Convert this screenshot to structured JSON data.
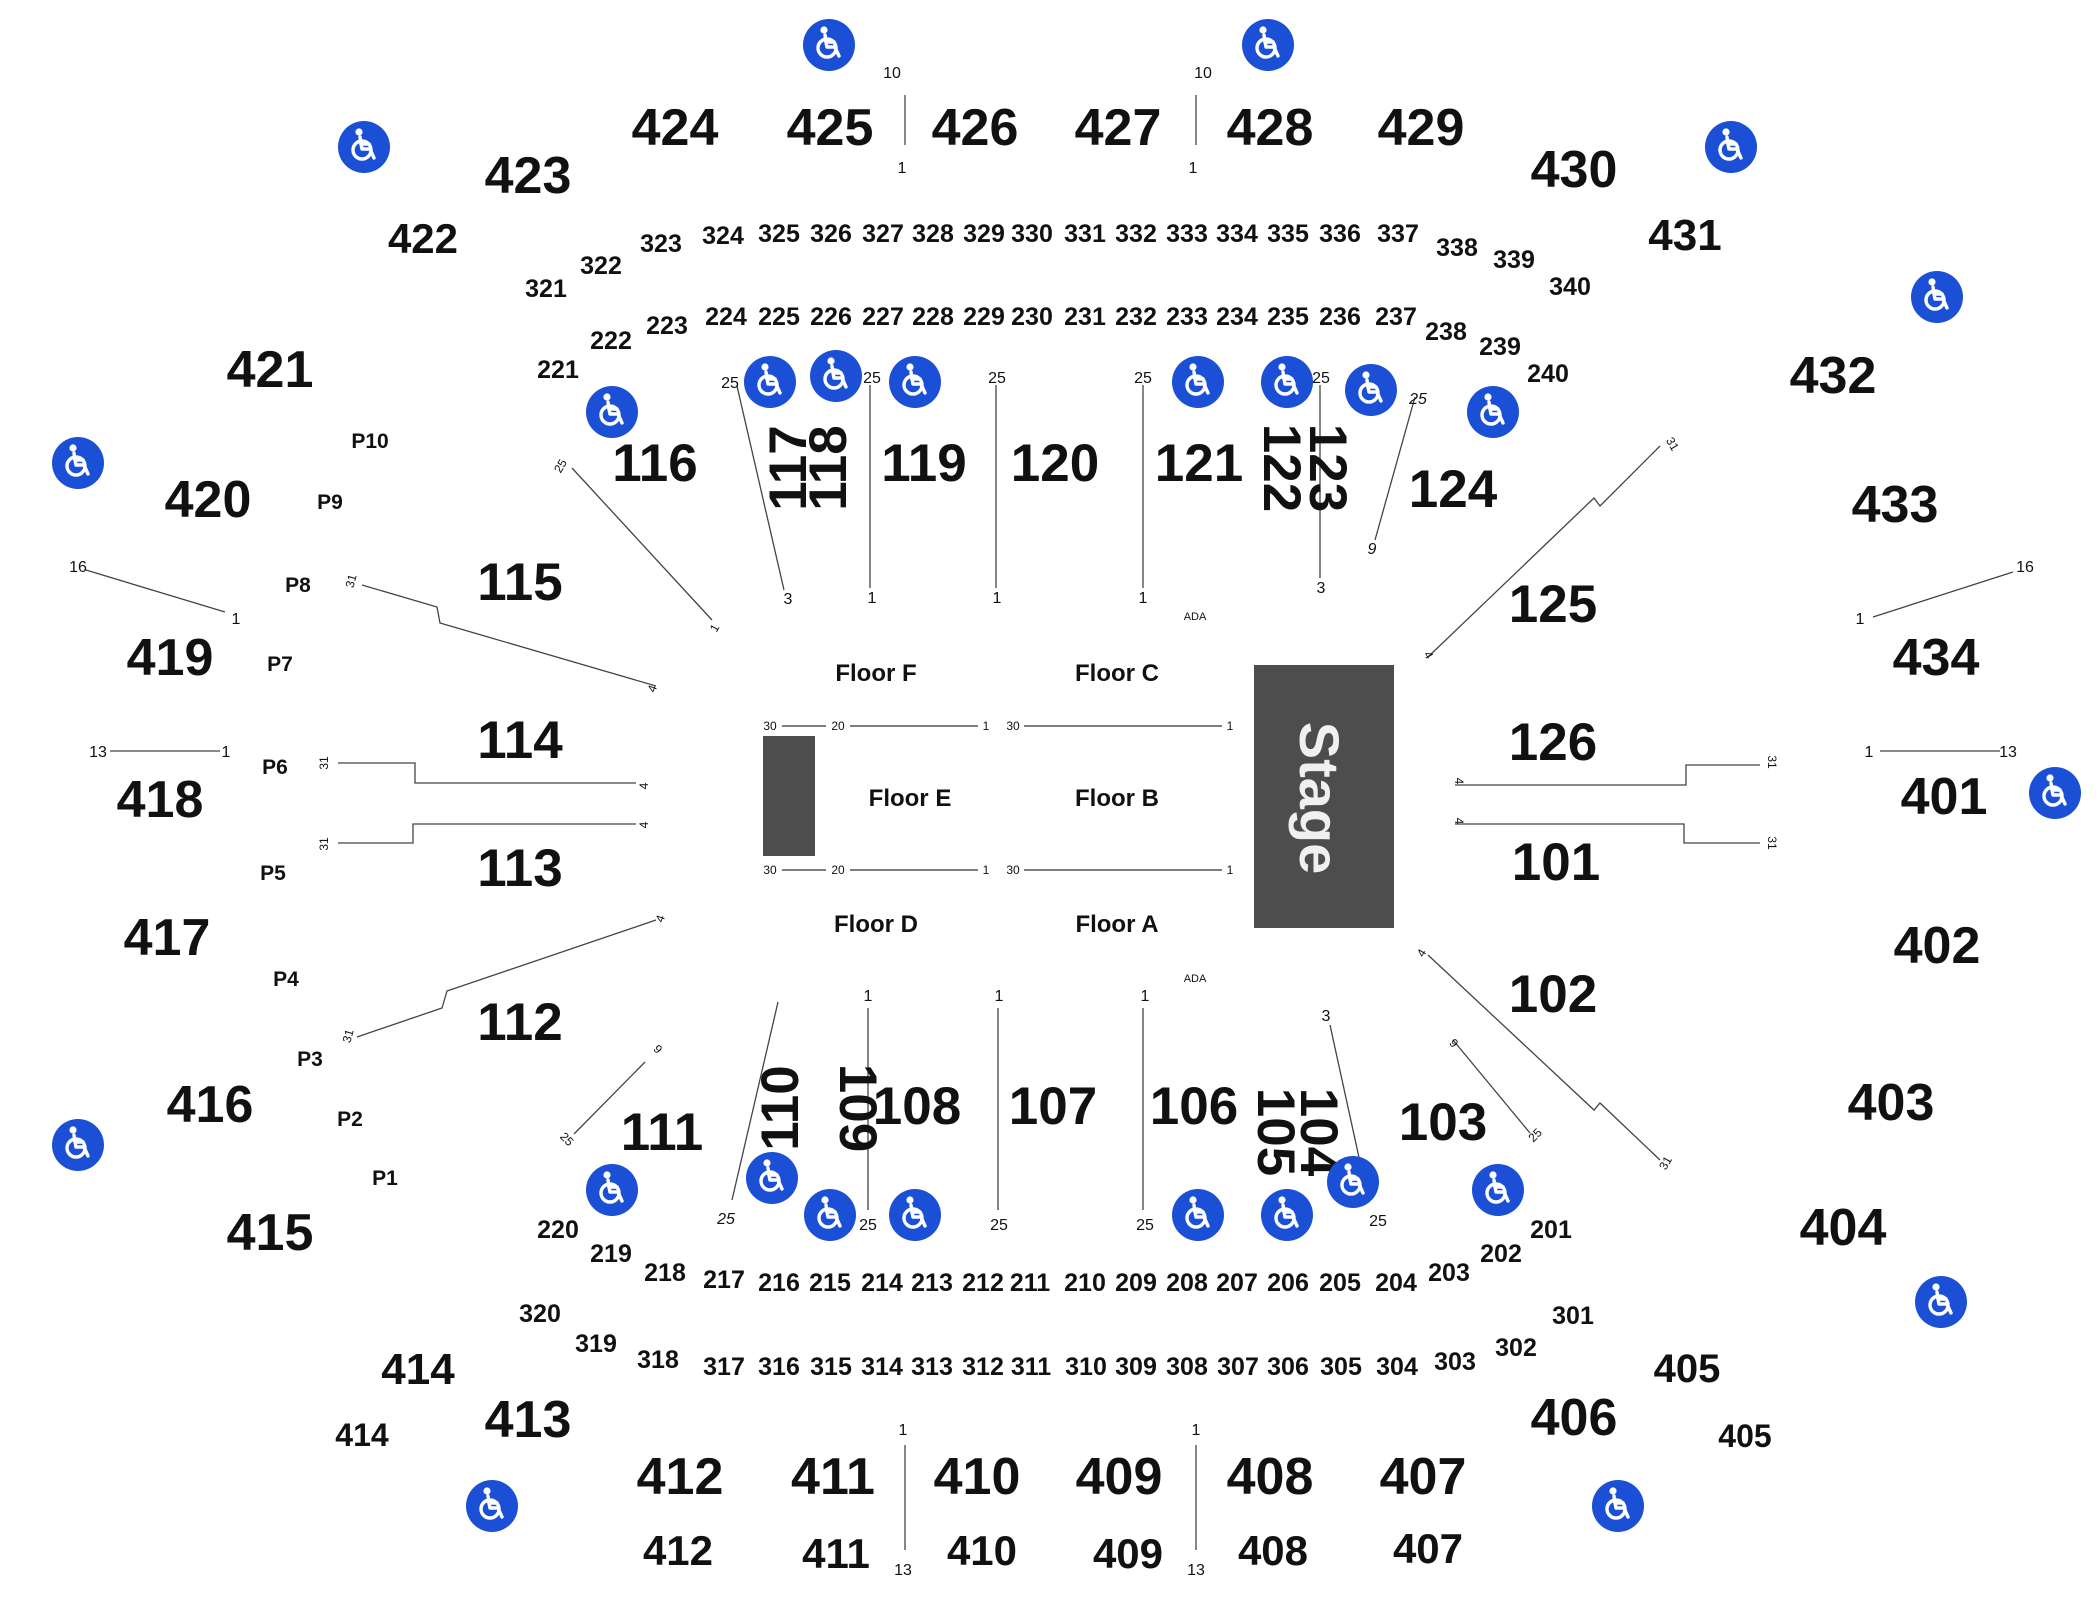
{
  "map": {
    "stage_label": "Stage",
    "ada_label": "ADA",
    "floor_sections": {
      "a": "Floor A",
      "b": "Floor B",
      "c": "Floor C",
      "d": "Floor D",
      "e": "Floor E",
      "f": "Floor F"
    },
    "sections_100": {
      "s101": "101",
      "s102": "102",
      "s103": "103",
      "s104": "104",
      "s105": "105",
      "s106": "106",
      "s107": "107",
      "s108": "108",
      "s109": "109",
      "s110": "110",
      "s111": "111",
      "s112": "112",
      "s113": "113",
      "s114": "114",
      "s115": "115",
      "s116": "116",
      "s117": "117",
      "s118": "118",
      "s119": "119",
      "s120": "120",
      "s121": "121",
      "s122": "122",
      "s123": "123",
      "s124": "124",
      "s125": "125",
      "s126": "126"
    },
    "sections_200": {
      "s201": "201",
      "s202": "202",
      "s203": "203",
      "s204": "204",
      "s205": "205",
      "s206": "206",
      "s207": "207",
      "s208": "208",
      "s209": "209",
      "s210": "210",
      "s211": "211",
      "s212": "212",
      "s213": "213",
      "s214": "214",
      "s215": "215",
      "s216": "216",
      "s217": "217",
      "s218": "218",
      "s219": "219",
      "s220": "220",
      "s221": "221",
      "s222": "222",
      "s223": "223",
      "s224": "224",
      "s225": "225",
      "s226": "226",
      "s227": "227",
      "s228": "228",
      "s229": "229",
      "s230": "230",
      "s231": "231",
      "s232": "232",
      "s233": "233",
      "s234": "234",
      "s235": "235",
      "s236": "236",
      "s237": "237",
      "s238": "238",
      "s239": "239",
      "s240": "240"
    },
    "sections_300": {
      "s301": "301",
      "s302": "302",
      "s303": "303",
      "s304": "304",
      "s305": "305",
      "s306": "306",
      "s307": "307",
      "s308": "308",
      "s309": "309",
      "s310": "310",
      "s311": "311",
      "s312": "312",
      "s313": "313",
      "s314": "314",
      "s315": "315",
      "s316": "316",
      "s317": "317",
      "s318": "318",
      "s319": "319",
      "s320": "320",
      "s321": "321",
      "s322": "322",
      "s323": "323",
      "s324": "324",
      "s325": "325",
      "s326": "326",
      "s327": "327",
      "s328": "328",
      "s329": "329",
      "s330": "330",
      "s331": "331",
      "s332": "332",
      "s333": "333",
      "s334": "334",
      "s335": "335",
      "s336": "336",
      "s337": "337",
      "s338": "338",
      "s339": "339",
      "s340": "340"
    },
    "sections_400": {
      "s401": "401",
      "s402": "402",
      "s403": "403",
      "s404": "404",
      "s405": "405",
      "s406": "406",
      "s407": "407",
      "s408": "408",
      "s409": "409",
      "s410": "410",
      "s411": "411",
      "s412": "412",
      "s413": "413",
      "s414": "414",
      "s415": "415",
      "s416": "416",
      "s417": "417",
      "s418": "418",
      "s419": "419",
      "s420": "420",
      "s421": "421",
      "s422": "422",
      "s423": "423",
      "s424": "424",
      "s425": "425",
      "s426": "426",
      "s427": "427",
      "s428": "428",
      "s429": "429",
      "s430": "430",
      "s431": "431",
      "s432": "432",
      "s433": "433",
      "s434": "434"
    },
    "sections_400_outer": {
      "s405": "405",
      "s407": "407",
      "s408": "408",
      "s409": "409",
      "s410": "410",
      "s411": "411",
      "s412": "412",
      "s414": "414"
    },
    "parking": {
      "p1": "P1",
      "p2": "P2",
      "p3": "P3",
      "p4": "P4",
      "p5": "P5",
      "p6": "P6",
      "p7": "P7",
      "p8": "P8",
      "p9": "P9",
      "p10": "P10"
    },
    "rows": {
      "r1": "1",
      "r3": "3",
      "r4": "4",
      "r9": "9",
      "r10": "10",
      "r13": "13",
      "r16": "16",
      "r20": "20",
      "r25": "25",
      "r30": "30",
      "r31": "31"
    },
    "colors": {
      "stage": "#4d4d4d",
      "accessible_icon_bg": "#1a4fd6",
      "accessible_icon_fg": "#ffffff",
      "text": "#111111",
      "background": "#ffffff"
    },
    "icon_name": "wheelchair-accessible-icon"
  }
}
